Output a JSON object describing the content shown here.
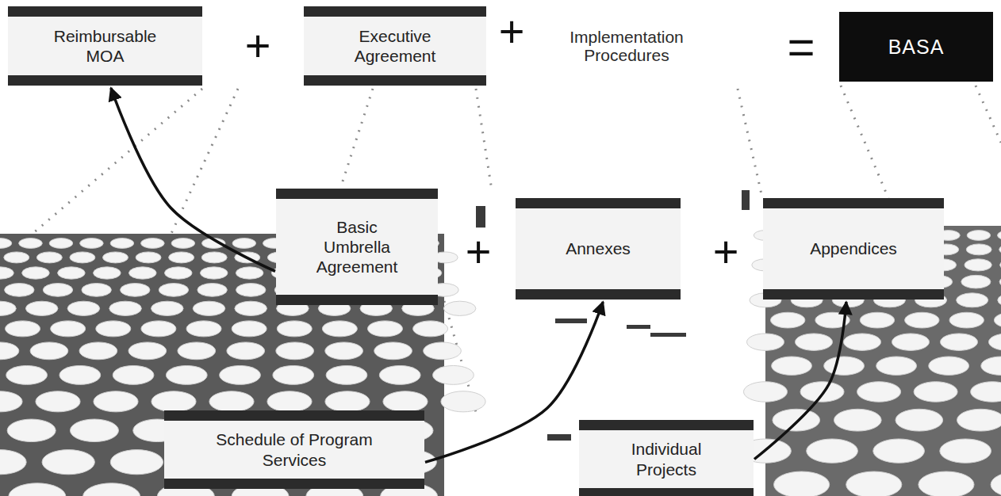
{
  "diagram": {
    "nodes": [
      {
        "text": [
          "Reimbursable MOA"
        ]
      },
      {
        "text": [
          "Executive Agreement"
        ]
      },
      {
        "text": [
          "BASA"
        ]
      },
      {
        "text": [
          "Basic Umbrella Agreement"
        ]
      },
      {
        "text": [
          "Annexes"
        ]
      },
      {
        "text": [
          "Appendices"
        ]
      },
      {
        "text": [
          "Schedule of Program Services"
        ]
      },
      {
        "text": [
          "Individual Projects"
        ]
      }
    ],
    "edges": [
      {
        "from": 3,
        "to": 0,
        "arrow": "to"
      },
      {
        "from": 6,
        "to": 4,
        "arrow": "to"
      },
      {
        "from": 7,
        "to": 5,
        "arrow": "to"
      }
    ],
    "labels": [
      "+",
      "+",
      "Implementation Procedures",
      "=",
      "+",
      "+"
    ]
  }
}
